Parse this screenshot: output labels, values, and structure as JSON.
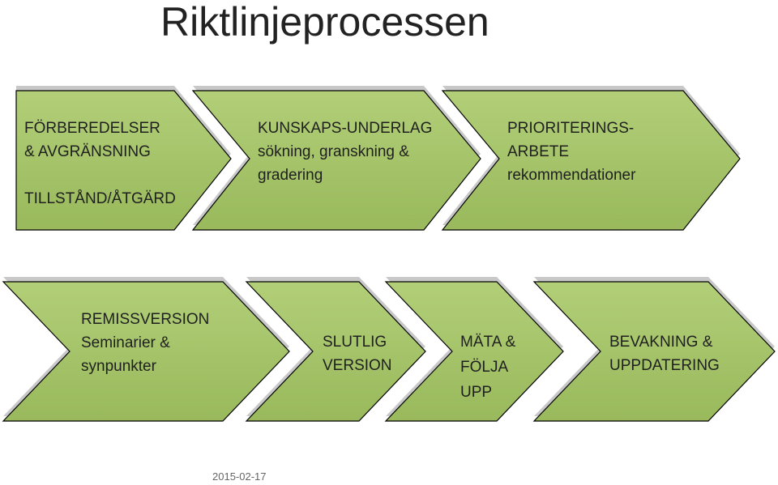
{
  "title": "Riktlinjeprocessen",
  "date": "2015-02-17",
  "colors": {
    "fill_light": "#b2cf78",
    "fill_dark": "#99b95c",
    "shadow": "#c8c8c8",
    "outline": "#000000"
  },
  "steps": [
    {
      "name": "step-forberedelser",
      "lines": [
        "FÖRBEREDELSER",
        "& AVGRÄNSNING",
        "",
        "TILLSTÅND/ÅTGÄRD"
      ]
    },
    {
      "name": "step-kunskapsunderlag",
      "lines": [
        "KUNSKAPS-UNDERLAG",
        "sökning, granskning &",
        "gradering"
      ]
    },
    {
      "name": "step-prioriteringsarbete",
      "lines": [
        "PRIORITERINGS-",
        "ARBETE",
        "rekommendationer"
      ]
    },
    {
      "name": "step-remissversion",
      "lines": [
        "REMISSVERSION",
        "Seminarier &",
        "synpunkter"
      ]
    },
    {
      "name": "step-slutlig-version",
      "lines": [
        "SLUTLIG",
        "VERSION"
      ]
    },
    {
      "name": "step-mata-folja-upp",
      "lines": [
        "MÄTA &",
        "FÖLJA",
        "UPP"
      ]
    },
    {
      "name": "step-bevakning",
      "lines": [
        "BEVAKNING &",
        "UPPDATERING"
      ]
    }
  ]
}
